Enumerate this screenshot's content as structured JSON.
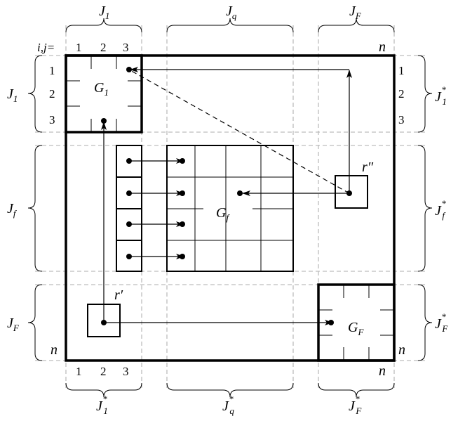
{
  "index_label": "i,j=",
  "top_row_numbers": [
    "1",
    "2",
    "3"
  ],
  "left_col_numbers": [
    "1",
    "2",
    "3"
  ],
  "right_col_numbers": [
    "1",
    "2",
    "3"
  ],
  "bottom_row_numbers": [
    "1",
    "2",
    "3"
  ],
  "n_label": "n",
  "brace_letter": "J",
  "top_braces": {
    "first_sub": "1",
    "middle_sub": "q",
    "last_sub": "F"
  },
  "left_braces": {
    "first_sub": "1",
    "middle_sub": "f",
    "last_sub": "F"
  },
  "right_braces": {
    "first_sub": "1",
    "middle_sub": "f",
    "last_sub": "F",
    "sup": "*"
  },
  "bottom_braces": {
    "first_sub": "1",
    "middle_sub": "q",
    "last_sub": "F",
    "sup": "*"
  },
  "blocks": {
    "g1_main": "G",
    "g1_sub": "1",
    "gf_main": "G",
    "gf_sub": "f",
    "gF_main": "G",
    "gF_sub": "F"
  },
  "points": {
    "r_prime": "r′",
    "r_double_prime": "r″"
  }
}
